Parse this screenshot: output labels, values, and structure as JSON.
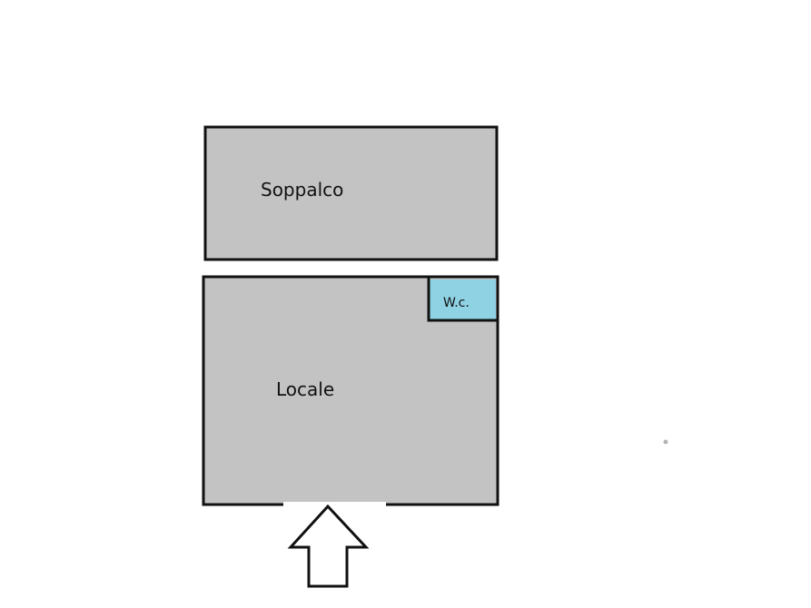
{
  "floorplan": {
    "rooms": [
      {
        "id": "soppalco",
        "label": "Soppalco"
      },
      {
        "id": "locale",
        "label": "Locale"
      },
      {
        "id": "wc",
        "label": "W.c."
      }
    ],
    "entrance": {
      "icon": "entrance-arrow-up-icon"
    }
  },
  "colors": {
    "room_fill": "#c3c3c3",
    "wc_fill": "#8ed2e3",
    "wall": "#111111",
    "background": "#ffffff"
  }
}
